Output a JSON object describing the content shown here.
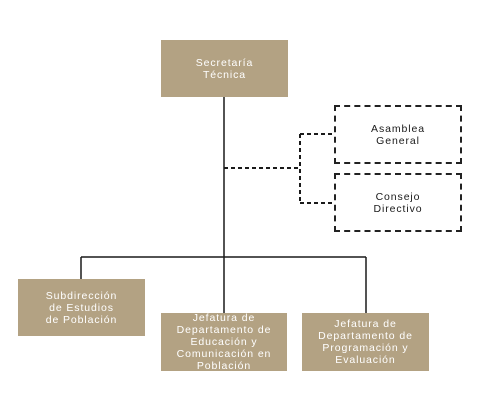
{
  "nodes": {
    "secretaria": {
      "label": "Secretaría\nTécnica"
    },
    "asamblea": {
      "label": "Asamblea\nGeneral"
    },
    "consejo": {
      "label": "Consejo\nDirectivo"
    },
    "subdireccion": {
      "label": "Subdirección\nde Estudios\nde Población"
    },
    "jefatura_educacion": {
      "label": "Jefatura de\nDepartamento de\nEducación y\nComunicación en\nPoblación"
    },
    "jefatura_programacion": {
      "label": "Jefatura de\nDepartamento de\nProgramación y\nEvaluación"
    }
  },
  "colors": {
    "box_fill": "#b3a283",
    "box_text": "#ffffff",
    "line": "#1a1a1a",
    "dashed_border": "#222222"
  }
}
